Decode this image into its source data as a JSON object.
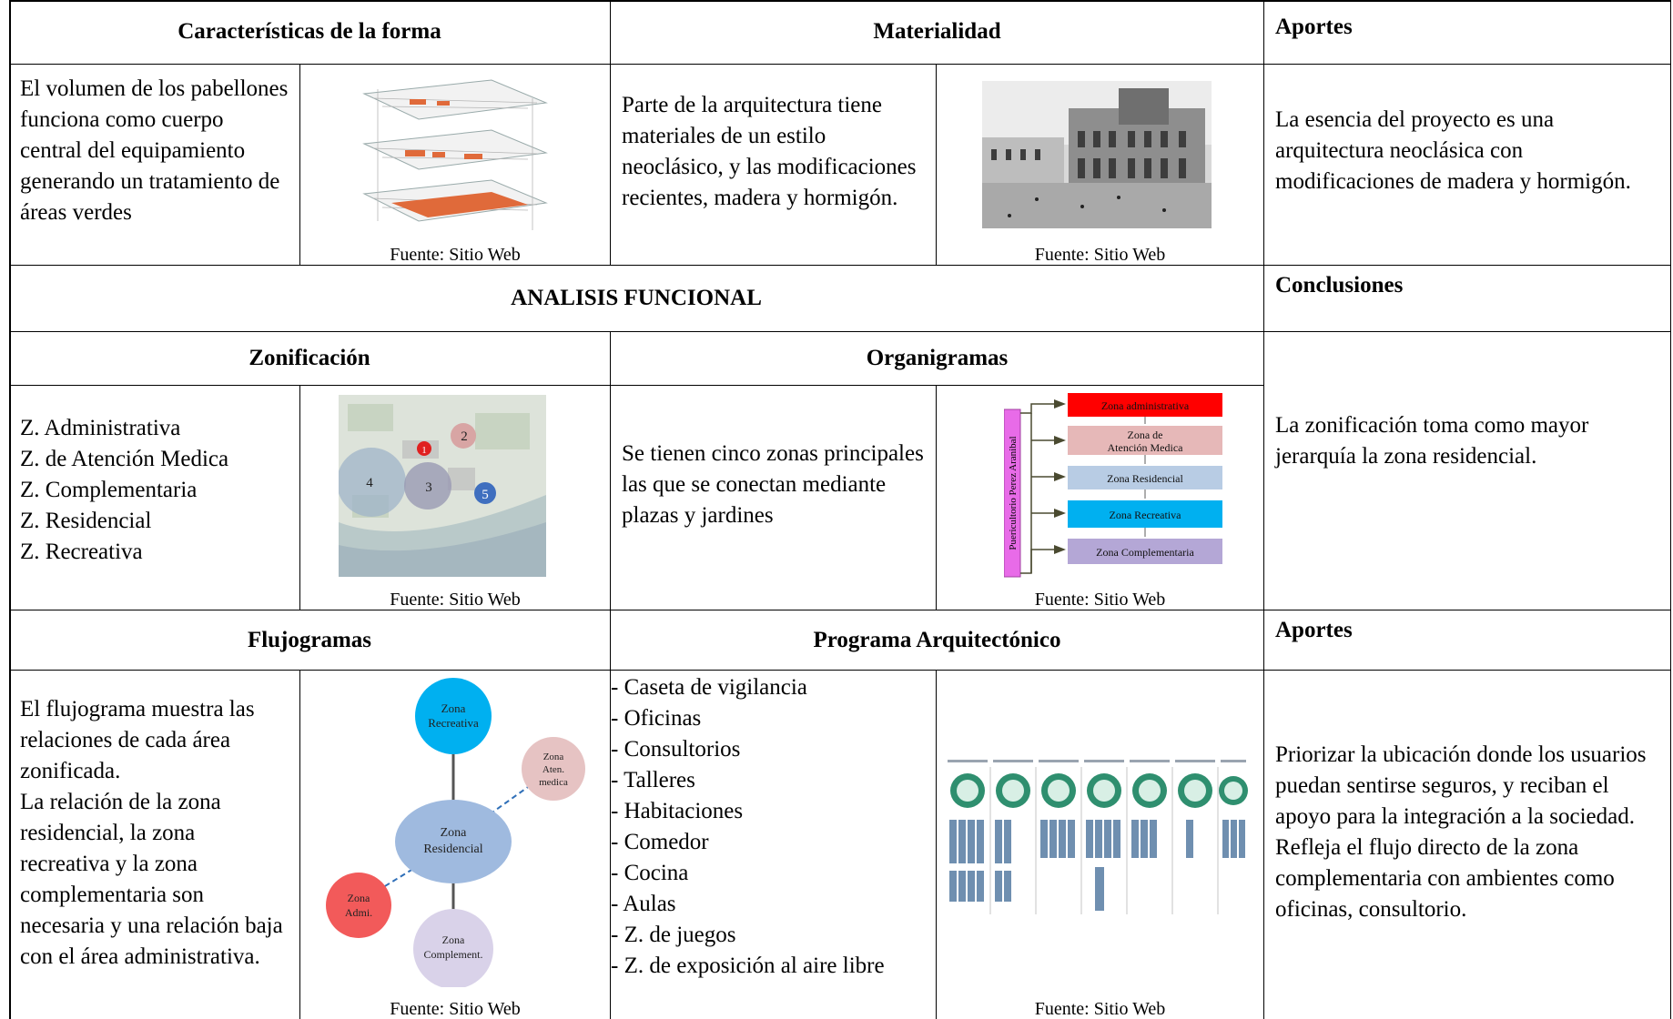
{
  "row1": {
    "forma_header": "Características de la forma",
    "materialidad_header": "Materialidad",
    "aportes_header": "Aportes",
    "forma_text": "El volumen de los pabellones funciona como cuerpo central del equipamiento generando un tratamiento de áreas verdes",
    "forma_source": "Fuente: Sitio Web",
    "materialidad_text": "Parte de la arquitectura tiene materiales de un estilo neoclásico, y las modificaciones recientes, madera y hormigón.",
    "materialidad_source": "Fuente: Sitio Web",
    "aportes_text": "La esencia del proyecto es una arquitectura neoclásica con modificaciones de madera y hormigón."
  },
  "row2": {
    "analisis_header": "ANALISIS FUNCIONAL",
    "conclusiones_header": "Conclusiones"
  },
  "row3": {
    "zonificacion_header": "Zonificación",
    "organigramas_header": "Organigramas",
    "zonas": [
      "Z. Administrativa",
      "Z. de Atención Medica",
      "Z. Complementaria",
      "Z. Residencial",
      "Z. Recreativa"
    ],
    "zonificacion_source": "Fuente: Sitio Web",
    "map_labels": [
      "1",
      "2",
      "3",
      "4",
      "5"
    ],
    "organigrama_text": "Se tienen cinco zonas principales las que se conectan mediante plazas y jardines",
    "organigrama_vertical": "Puericultorio Perez Aranibal",
    "organigrama_boxes": [
      {
        "label": "Zona administrativa",
        "color": "#ff0000"
      },
      {
        "label": "Zona de Atención Medica",
        "color": "#e6b8b8"
      },
      {
        "label": "Zona Residencial",
        "color": "#b8cce4"
      },
      {
        "label": "Zona Recreativa",
        "color": "#00b0f0"
      },
      {
        "label": "Zona Complementaria",
        "color": "#b4a7d6"
      }
    ],
    "organigrama_source": "Fuente: Sitio Web",
    "conclusion_text": "La zonificación toma como mayor jerarquía la zona residencial."
  },
  "row4": {
    "flujogramas_header": "Flujogramas",
    "programa_header": "Programa Arquitectónico",
    "aportes_header": "Aportes",
    "flujo_text": "El flujograma muestra las relaciones de cada área zonificada.\nLa relación de la zona residencial, la zona recreativa y la zona complementaria son necesaria y una relación baja con el área administrativa.",
    "flujo_nodes": {
      "recreativa": "Zona Recreativa",
      "aten": "Zona Aten. medica",
      "residencial": "Zona Residencial",
      "admi": "Zona Admi.",
      "complement": "Zona Complement."
    },
    "flujo_source": "Fuente: Sitio Web",
    "programa_items": [
      "Caseta de vigilancia",
      "Oficinas",
      "Consultorios",
      "Talleres",
      "Habitaciones",
      "Comedor",
      "Cocina",
      "Aulas",
      "Z. de juegos",
      "Z. de exposición al aire libre"
    ],
    "programa_source": "Fuente: Sitio Web",
    "aportes_text": "Priorizar la ubicación donde los usuarios puedan sentirse seguros, y reciban el apoyo para la integración a la sociedad.\nRefleja el flujo directo de la zona complementaria con ambientes como oficinas, consultorio."
  }
}
